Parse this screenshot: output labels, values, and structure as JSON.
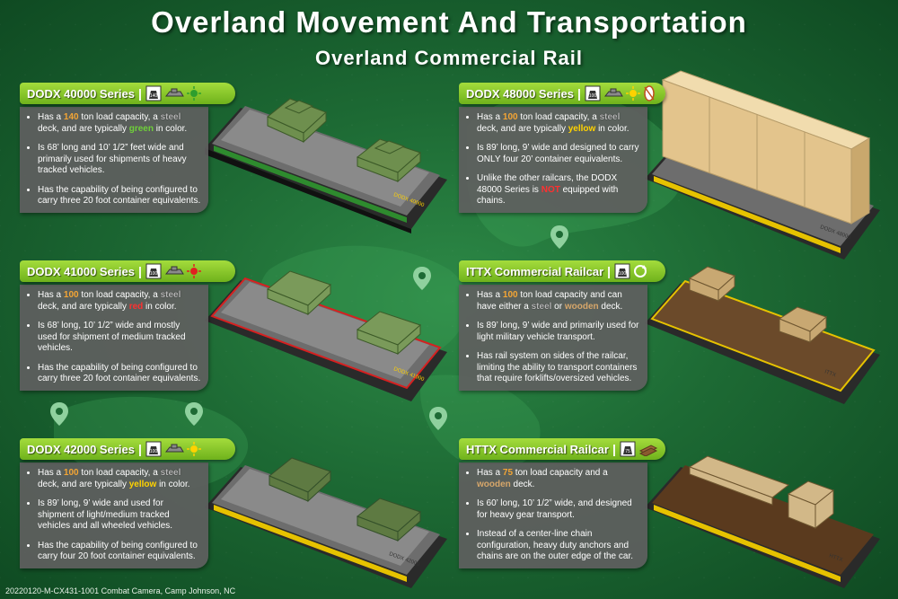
{
  "title": "Overland Movement And Transportation",
  "subtitle": "Overland Commercial Rail",
  "footer": "20220120-M-CX431-1001 Combat Camera, Camp Johnson, NC",
  "colors": {
    "header_green": "#8cc832",
    "panel_gray": "#5f5f5f",
    "accent_orange": "#f3a535",
    "steel": "#b8b8b8",
    "green": "#6fcf3a",
    "yellow": "#ffd200",
    "red": "#ff3030",
    "wood": "#d6a66a"
  },
  "icons": [
    "weight-icon",
    "tank-icon",
    "status-light-icon",
    "container-icon",
    "wheeled-vehicle-icon",
    "rotate-icon",
    "lumber-icon",
    "map-pin-icon"
  ],
  "panels": [
    {
      "header": "DODX 40000 Series",
      "weight": "140",
      "bullets": {
        "b1": {
          "p1": "Has a ",
          "num": "140",
          "p2": " ton load capacity, a ",
          "steel": "steel",
          "p3": " deck, and are typically ",
          "color": "green",
          "p4": " in color."
        },
        "b2": "Is 68’ long and 10’ 1/2” feet wide and primarily used for shipments of heavy tracked vehicles.",
        "b3": "Has the capability of being configured to carry three 20 foot container equivalents."
      },
      "car_label": "DODX 40000"
    },
    {
      "header": "DODX 41000 Series",
      "weight": "100",
      "bullets": {
        "b1": {
          "p1": "Has a ",
          "num": "100",
          "p2": " ton load capacity, a ",
          "steel": "steel",
          "p3": " deck, and are typically ",
          "color": "red",
          "p4": " in color."
        },
        "b2": "Is 68’ long, 10’ 1/2” wide and mostly used for shipment of medium tracked vehicles.",
        "b3": "Has the capability of being configured to carry three 20 foot container equivalents."
      },
      "car_label": "DODX 41000"
    },
    {
      "header": "DODX 42000 Series",
      "weight": "100",
      "bullets": {
        "b1": {
          "p1": "Has a ",
          "num": "100",
          "p2": " ton load capacity, a ",
          "steel": "steel",
          "p3": " deck, and are typically ",
          "color": "yellow",
          "p4": " in color."
        },
        "b2": "Is 89’ long, 9’ wide and used for shipment of light/medium tracked vehicles and all wheeled vehicles.",
        "b3": "Has the capability of being configured to carry four 20 foot container equivalents."
      },
      "car_label": "DODX 42000"
    },
    {
      "header": "DODX 48000 Series",
      "weight": "100",
      "bullets": {
        "b1": {
          "p1": "Has a ",
          "num": "100",
          "p2": " ton load capacity, a ",
          "steel": "steel",
          "p3": " deck, and are typically ",
          "color": "yellow",
          "p4": " in color."
        },
        "b2": "Is 89’ long, 9’ wide and designed to carry ONLY four 20’ container equivalents.",
        "b3": {
          "p1": "Unlike the other railcars, the DODX 48000 Series is ",
          "not": "NOT",
          "p2": " equipped with chains."
        }
      },
      "car_label": "DODX 48000"
    },
    {
      "header": "ITTX Commercial Railcar",
      "weight": "100",
      "bullets": {
        "b1": {
          "p1": "Has a ",
          "num": "100",
          "p2": " ton load capacity and can have either a ",
          "steel": "steel",
          "p3": " or ",
          "wood": "wooden",
          "p4": " deck."
        },
        "b2": "Is 89’ long, 9’ wide and primarily used for light military vehicle transport.",
        "b3": "Has rail system on sides of the railcar, limiting the ability to transport containers that require forklifts/oversized vehicles."
      },
      "car_label": "ITTX"
    },
    {
      "header": "HTTX Commercial Railcar",
      "weight": "75",
      "bullets": {
        "b1": {
          "p1": "Has a ",
          "num": "75",
          "p2": " ton load capacity and a ",
          "wood": "wooden",
          "p3": " deck."
        },
        "b2": "Is 60’ long, 10’ 1/2” wide, and designed for heavy gear transport.",
        "b3": "Instead of a center-line chain configuration, heavy duty anchors and chains are on the outer edge of the car."
      },
      "car_label": "HTTX"
    }
  ]
}
